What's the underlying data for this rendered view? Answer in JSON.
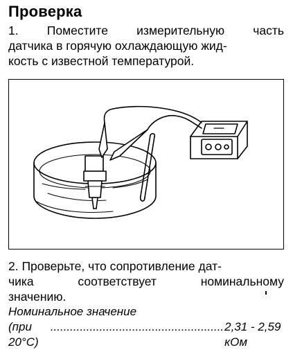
{
  "title": "Проверка",
  "step1": {
    "lines": [
      [
        "1.",
        "Поместите",
        "измерительную",
        "часть"
      ],
      "датчика в горячую охлаждающую жид-",
      "кость с известной температурой."
    ]
  },
  "figure": {
    "description_icons": [
      "water-bath-icon",
      "temperature-sensor-icon",
      "thermometer-icon",
      "ohmmeter-icon",
      "test-lead-icon"
    ]
  },
  "step2": {
    "lines": [
      "2. Проверьте, что сопротивление дат-",
      [
        "чика",
        "соответствует",
        "номинальному"
      ],
      "значению."
    ]
  },
  "spec": {
    "label": "Номинальное значение",
    "condition": "(при 20°С)",
    "value": "2,31 - 2,59 кОм"
  }
}
